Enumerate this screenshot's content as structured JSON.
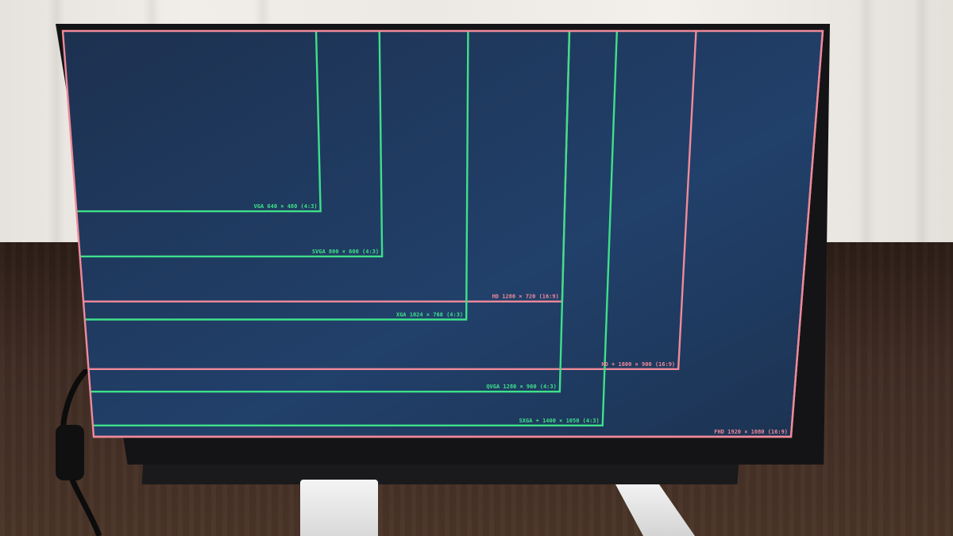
{
  "scene": "Laptop/monitor panel on a stand displaying nested resolution test rectangles",
  "colors": {
    "screen_bg": "#1f3a5a",
    "green": "#3ee08a",
    "pink": "#f08a9a"
  },
  "resolutions": [
    {
      "name": "vga",
      "label": "VGA 640 × 480 (4:3)",
      "width": 640,
      "height": 480,
      "color": "green"
    },
    {
      "name": "svga",
      "label": "SVGA 800 × 600 (4:3)",
      "width": 800,
      "height": 600,
      "color": "green"
    },
    {
      "name": "hd",
      "label": "HD 1280 × 720 (16:9)",
      "width": 1280,
      "height": 720,
      "color": "pink"
    },
    {
      "name": "xga",
      "label": "XGA 1024 × 768 (4:3)",
      "width": 1024,
      "height": 768,
      "color": "green"
    },
    {
      "name": "hd-plus",
      "label": "HD + 1600 × 900 (16:9)",
      "width": 1600,
      "height": 900,
      "color": "pink"
    },
    {
      "name": "qvga",
      "label": "QVGA 1280 × 960 (4:3)",
      "width": 1280,
      "height": 960,
      "color": "green"
    },
    {
      "name": "sxga-plus",
      "label": "SXGA + 1400 × 1050 (4:3)",
      "width": 1400,
      "height": 1050,
      "color": "green"
    },
    {
      "name": "fhd",
      "label": "FHD 1920 × 1080 (16:9)",
      "width": 1920,
      "height": 1080,
      "color": "pink"
    }
  ]
}
